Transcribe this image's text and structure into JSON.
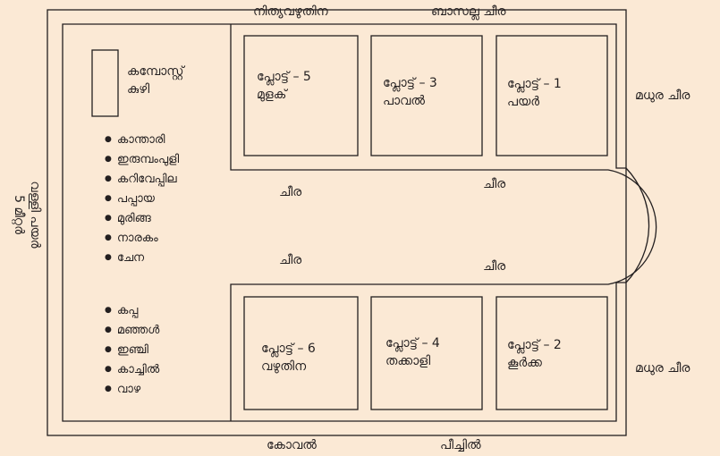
{
  "labels": {
    "top_left": "നിത്യവഴുതിന",
    "top_right": "ബാസല്ല ചീര",
    "right_top": "മധുര ചീര",
    "right_bottom": "മധുര ചീര",
    "bottom_left": "കോവൽ",
    "bottom_right": "പീച്ചിൽ",
    "left_line1": "വള്ളി പയർ",
    "left_line2": "5 മീറ്റർ",
    "path_upper_left": "ചീര",
    "path_upper_right": "ചീര",
    "path_lower_left": "ചീര",
    "path_lower_right": "ചീര",
    "compost_line1": "കമ്പോസ്റ്റ്",
    "compost_line2": "കുഴി"
  },
  "plots": {
    "p5": {
      "title": "പ്ലോട്ട് – 5",
      "crop": "മുളക്"
    },
    "p3": {
      "title": "പ്ലോട്ട് – 3",
      "crop": "പാവൽ"
    },
    "p1": {
      "title": "പ്ലോട്ട് – 1",
      "crop": "പയർ"
    },
    "p6": {
      "title": "പ്ലോട്ട് – 6",
      "crop": "വഴുതിന"
    },
    "p4": {
      "title": "പ്ലോട്ട് – 4",
      "crop": "തക്കാളി"
    },
    "p2": {
      "title": "പ്ലോട്ട് – 2",
      "crop": "കൂർക്ക"
    }
  },
  "left_list_top": [
    "കാന്താരി",
    "ഇരുമ്പംപുളി",
    "കറിവേപ്പില",
    "പപ്പായ",
    "മുരിങ്ങ",
    "നാരകം",
    "ചേന"
  ],
  "left_list_bottom": [
    "കപ്പ",
    "മഞ്ഞൾ",
    "ഇഞ്ചി",
    "കാച്ചിൽ",
    "വാഴ"
  ]
}
